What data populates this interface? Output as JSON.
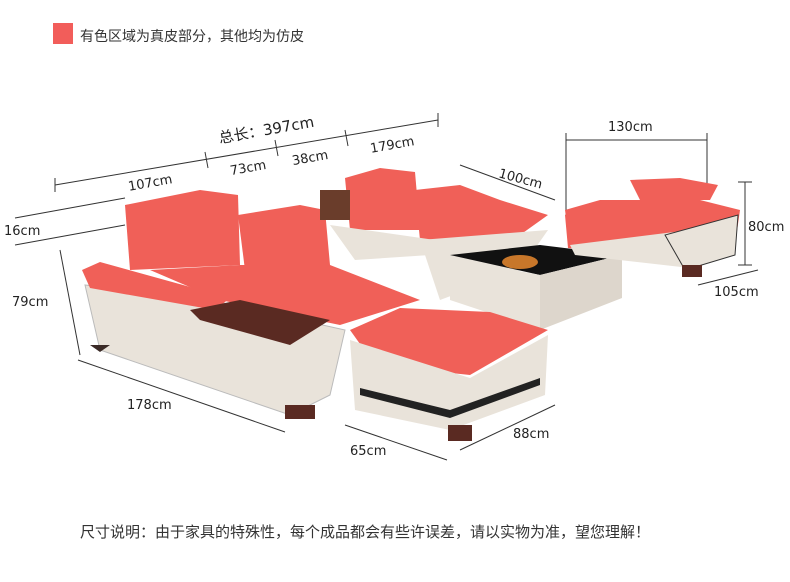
{
  "legend": {
    "swatch_color": "#f25d5a",
    "text": "有色区域为真皮部分，其他均为仿皮"
  },
  "dimensions": {
    "total_length": "总长：397cm",
    "seg_107": "107cm",
    "seg_73": "73cm",
    "seg_38": "38cm",
    "seg_179": "179cm",
    "depth_100": "100cm",
    "chair_width": "130cm",
    "chair_height": "80cm",
    "chair_depth": "105cm",
    "headrest": "16cm",
    "height_79": "79cm",
    "chaise_length": "178cm",
    "ottoman_width": "65cm",
    "ottoman_length": "88cm"
  },
  "note": "尺寸说明：由于家具的特殊性，每个成品都会有些许误差，请以实物为准，望您理解！",
  "colors": {
    "leather": "#f06058",
    "cream": "#e9e3da",
    "dark": "#3a2a26"
  }
}
